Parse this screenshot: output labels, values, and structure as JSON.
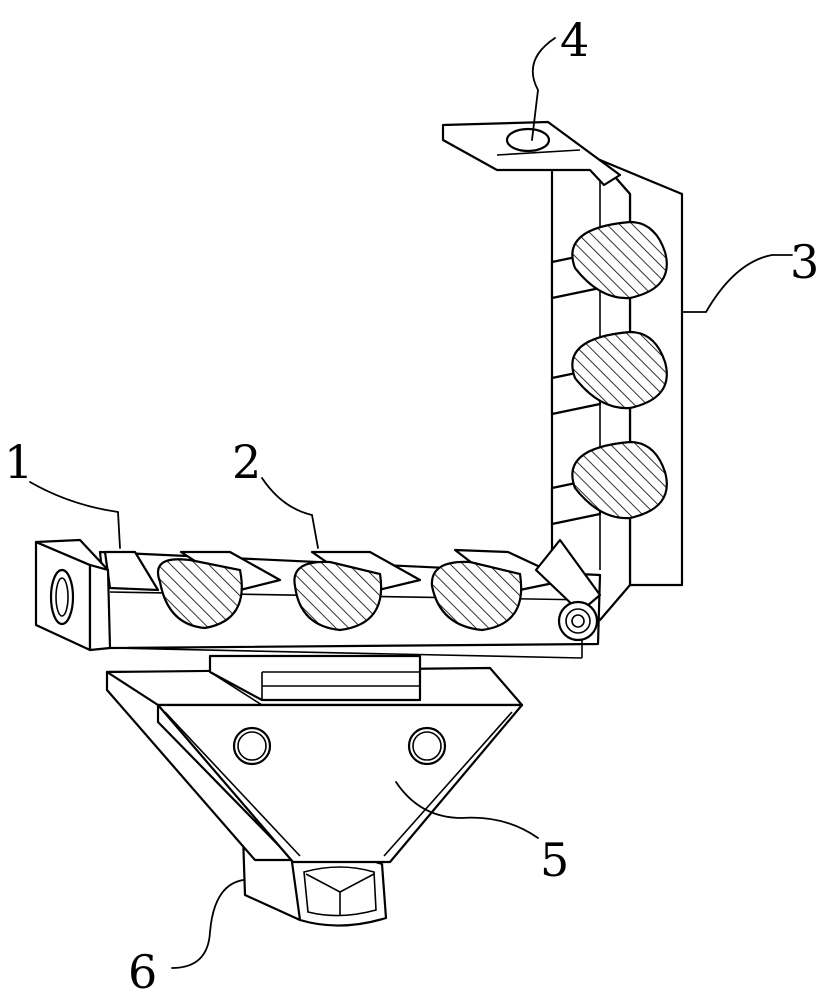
{
  "figure": {
    "labels": [
      {
        "id": "1",
        "text": "1"
      },
      {
        "id": "2",
        "text": "2"
      },
      {
        "id": "3",
        "text": "3"
      },
      {
        "id": "4",
        "text": "4"
      },
      {
        "id": "5",
        "text": "5"
      },
      {
        "id": "6",
        "text": "6"
      }
    ]
  },
  "colors": {
    "line": "#000000",
    "background": "#ffffff"
  }
}
